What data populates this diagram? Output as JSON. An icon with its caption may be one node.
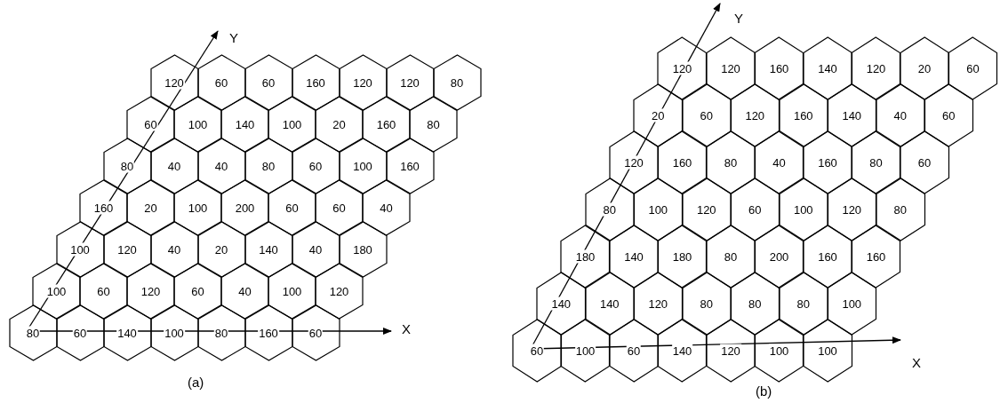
{
  "diagram": {
    "nodes": [
      {
        "text": [
          "120"
        ]
      },
      {
        "text": [
          "60"
        ]
      },
      {
        "text": [
          "60"
        ]
      },
      {
        "text": [
          "160"
        ]
      },
      {
        "text": [
          "120"
        ]
      },
      {
        "text": [
          "120"
        ]
      },
      {
        "text": [
          "80"
        ]
      },
      {
        "text": [
          "60"
        ]
      },
      {
        "text": [
          "100"
        ]
      },
      {
        "text": [
          "140"
        ]
      },
      {
        "text": [
          "100"
        ]
      },
      {
        "text": [
          "20"
        ]
      },
      {
        "text": [
          "160"
        ]
      },
      {
        "text": [
          "80"
        ]
      },
      {
        "text": [
          "80"
        ]
      },
      {
        "text": [
          "40"
        ]
      },
      {
        "text": [
          "40"
        ]
      },
      {
        "text": [
          "80"
        ]
      },
      {
        "text": [
          "60"
        ]
      },
      {
        "text": [
          "100"
        ]
      },
      {
        "text": [
          "160"
        ]
      },
      {
        "text": [
          "160"
        ]
      },
      {
        "text": [
          "20"
        ]
      },
      {
        "text": [
          "100"
        ]
      },
      {
        "text": [
          "200"
        ]
      },
      {
        "text": [
          "60"
        ]
      },
      {
        "text": [
          "60"
        ]
      },
      {
        "text": [
          "40"
        ]
      },
      {
        "text": [
          "100"
        ]
      },
      {
        "text": [
          "120"
        ]
      },
      {
        "text": [
          "40"
        ]
      },
      {
        "text": [
          "20"
        ]
      },
      {
        "text": [
          "140"
        ]
      },
      {
        "text": [
          "40"
        ]
      },
      {
        "text": [
          "180"
        ]
      },
      {
        "text": [
          "100"
        ]
      },
      {
        "text": [
          "60"
        ]
      },
      {
        "text": [
          "120"
        ]
      },
      {
        "text": [
          "60"
        ]
      },
      {
        "text": [
          "40"
        ]
      },
      {
        "text": [
          "100"
        ]
      },
      {
        "text": [
          "120"
        ]
      },
      {
        "text": [
          "80"
        ]
      },
      {
        "text": [
          "60"
        ]
      },
      {
        "text": [
          "140"
        ]
      },
      {
        "text": [
          "100"
        ]
      },
      {
        "text": [
          "80"
        ]
      },
      {
        "text": [
          "160"
        ]
      },
      {
        "text": [
          "60"
        ]
      },
      {
        "text": [
          "120"
        ]
      },
      {
        "text": [
          "120"
        ]
      },
      {
        "text": [
          "160"
        ]
      },
      {
        "text": [
          "140"
        ]
      },
      {
        "text": [
          "120"
        ]
      },
      {
        "text": [
          "20"
        ]
      },
      {
        "text": [
          "60"
        ]
      },
      {
        "text": [
          "20"
        ]
      },
      {
        "text": [
          "60"
        ]
      },
      {
        "text": [
          "120"
        ]
      },
      {
        "text": [
          "160"
        ]
      },
      {
        "text": [
          "140"
        ]
      },
      {
        "text": [
          "40"
        ]
      },
      {
        "text": [
          "60"
        ]
      },
      {
        "text": [
          "120"
        ]
      },
      {
        "text": [
          "160"
        ]
      },
      {
        "text": [
          "80"
        ]
      },
      {
        "text": [
          "40"
        ]
      },
      {
        "text": [
          "160"
        ]
      },
      {
        "text": [
          "80"
        ]
      },
      {
        "text": [
          "60"
        ]
      },
      {
        "text": [
          "80"
        ]
      },
      {
        "text": [
          "100"
        ]
      },
      {
        "text": [
          "120"
        ]
      },
      {
        "text": [
          "60"
        ]
      },
      {
        "text": [
          "100"
        ]
      },
      {
        "text": [
          "120"
        ]
      },
      {
        "text": [
          "80"
        ]
      },
      {
        "text": [
          "180"
        ]
      },
      {
        "text": [
          "140"
        ]
      },
      {
        "text": [
          "180"
        ]
      },
      {
        "text": [
          "80"
        ]
      },
      {
        "text": [
          "200"
        ]
      },
      {
        "text": [
          "160"
        ]
      },
      {
        "text": [
          "160"
        ]
      },
      {
        "text": [
          "140"
        ]
      },
      {
        "text": [
          "140"
        ]
      },
      {
        "text": [
          "120"
        ]
      },
      {
        "text": [
          "80"
        ]
      },
      {
        "text": [
          "80"
        ]
      },
      {
        "text": [
          "80"
        ]
      },
      {
        "text": [
          "100"
        ]
      },
      {
        "text": [
          "60"
        ]
      },
      {
        "text": [
          "100"
        ]
      },
      {
        "text": [
          "60"
        ]
      },
      {
        "text": [
          "140"
        ]
      },
      {
        "text": [
          "120"
        ]
      },
      {
        "text": [
          "100"
        ]
      },
      {
        "text": [
          "100"
        ]
      }
    ],
    "labels": [
      "Y",
      "X",
      "(a)",
      "Y",
      "X",
      "(b)"
    ]
  }
}
